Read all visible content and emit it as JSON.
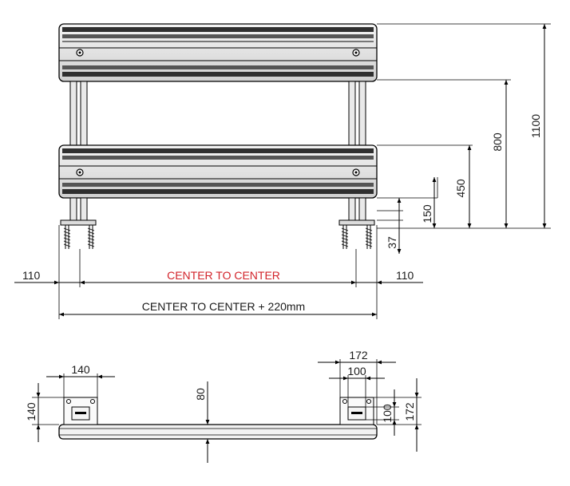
{
  "diagram": {
    "front_view": {
      "dims": {
        "height_total": "1100",
        "height_upper": "800",
        "height_lower": "450",
        "height_leg": "150",
        "height_foot": "37",
        "left_offset": "110",
        "right_offset": "110",
        "center_label": "CENTER TO CENTER",
        "overall_label": "CENTER TO CENTER + 220mm"
      }
    },
    "top_view": {
      "dims": {
        "left_width": "140",
        "left_height": "140",
        "center_depth": "80",
        "right_outer": "172",
        "right_inner": "100",
        "right_h_inner": "100",
        "right_h_outer": "172"
      }
    },
    "colors": {
      "line": "#000000",
      "accent": "#d2232a",
      "fill_dark": "#3a3a3a",
      "fill_mid": "#9a9a9a"
    }
  }
}
